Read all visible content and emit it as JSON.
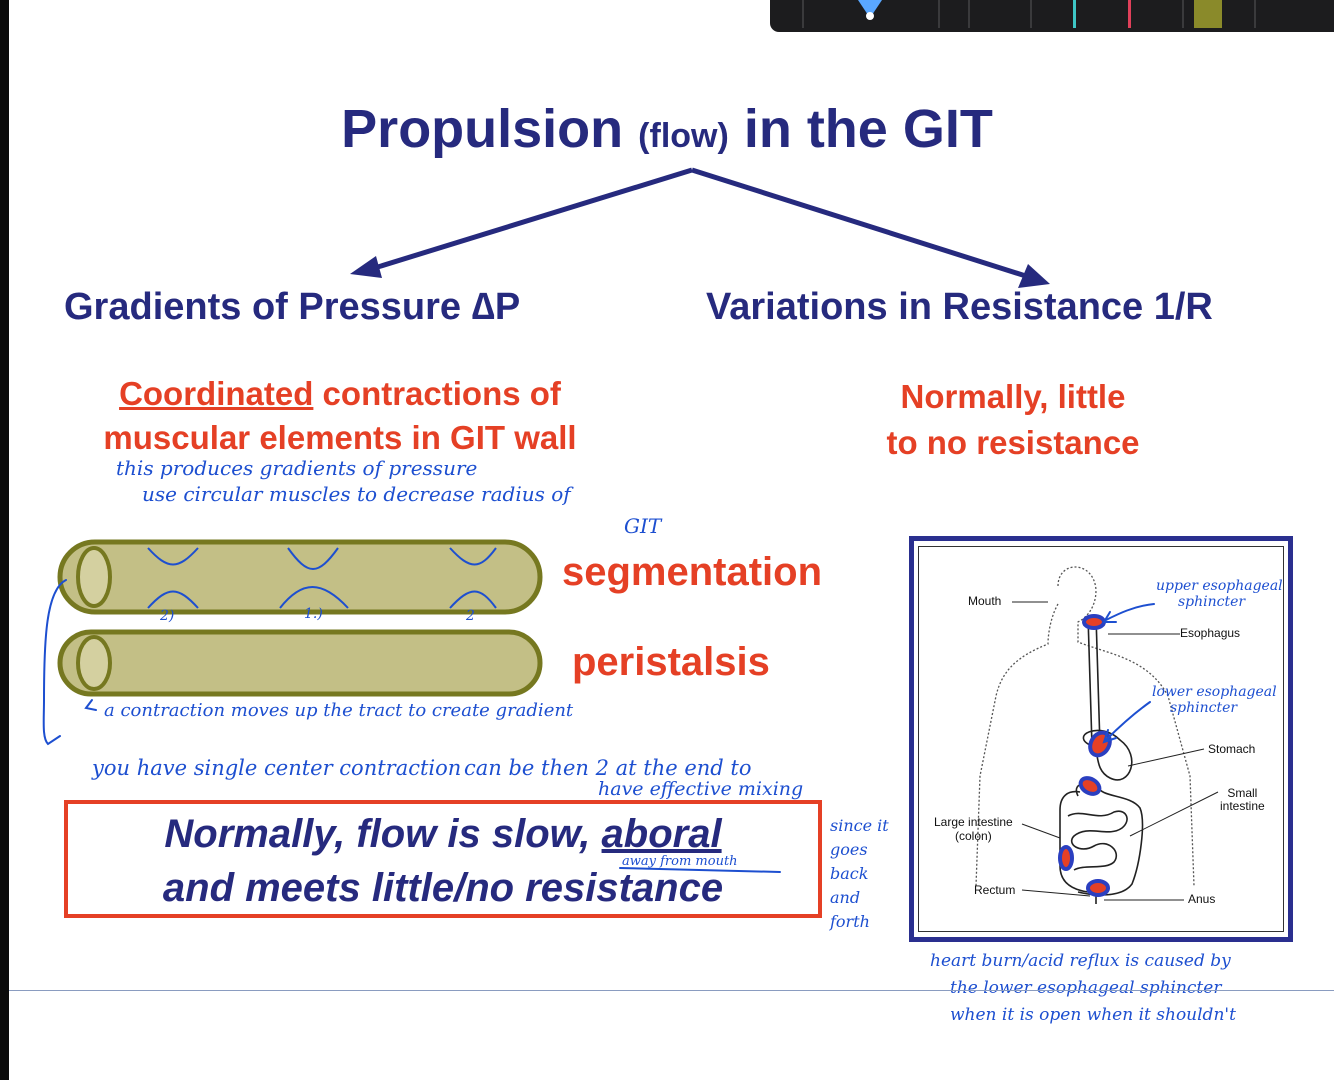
{
  "title": {
    "main": "Propulsion",
    "paren": "(flow)",
    "rest": "in the GIT"
  },
  "left": {
    "heading": "Gradients of Pressure ∆P",
    "desc_underlined": "Coordinated",
    "desc_rest_1": " contractions of",
    "desc_line_2": "muscular elements in GIT wall",
    "segmentation_label": "segmentation",
    "peristalsis_label": "peristalsis"
  },
  "right": {
    "heading": "Variations in Resistance 1/R",
    "desc_line_1": "Normally, little",
    "desc_line_2": "to no resistance"
  },
  "box": {
    "line1_prefix": "Normally, flow is slow, ",
    "line1_underlined": "aboral",
    "line2": "and meets little/no resistance"
  },
  "figure_labels": {
    "mouth": "Mouth",
    "esophagus": "Esophagus",
    "stomach": "Stomach",
    "small_intestine_1": "Small",
    "small_intestine_2": "intestine",
    "large_intestine_1": "Large intestine",
    "large_intestine_2": "(colon)",
    "rectum": "Rectum",
    "anus": "Anus"
  },
  "notes": {
    "note_1": "this produces gradients of pressure",
    "note_2": "use circular muscles to decrease radius of",
    "note_3": "GIT",
    "marker_a": "2)",
    "marker_b": "1.)",
    "marker_c": "2",
    "note_peristalsis": "a contraction moves up the tract to create gradient",
    "note_segmentation_1": "you have single center contraction",
    "note_segmentation_2": "can be then 2 at the end to",
    "note_segmentation_3": "have effective mixing",
    "note_side_1": "since it",
    "note_side_2": "goes",
    "note_side_3": "back",
    "note_side_4": "and",
    "note_side_5": "forth",
    "note_aboral": "away from mouth",
    "note_upper_1": "upper esophageal",
    "note_upper_2": "sphincter",
    "note_lower_1": "lower esophageal",
    "note_lower_2": "sphincter",
    "note_bottom_1": "heart burn/acid reflux is caused by",
    "note_bottom_2": "the lower esophageal sphincter",
    "note_bottom_3": "when it is open when it shouldn't"
  },
  "colors": {
    "navy": "#262a7e",
    "red": "#e54025",
    "ink": "#1d4fd0",
    "tube": "#c3bf86",
    "tube_edge": "#767820",
    "sphincter": "#2b3fc0"
  }
}
